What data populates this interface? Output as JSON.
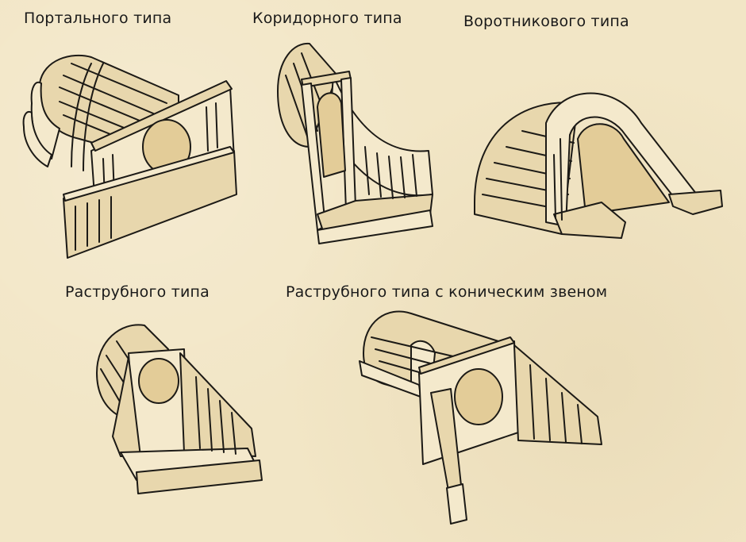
{
  "labels": {
    "portal": "Портального типа",
    "corridor": "Коридорного типа",
    "collar": "Воротникового типа",
    "socket": "Раструбного типа",
    "socket_conical": "Раструбного типа с коническим звеном"
  },
  "colors": {
    "paper": "#f2e6c6",
    "ink": "#1c1a16"
  }
}
